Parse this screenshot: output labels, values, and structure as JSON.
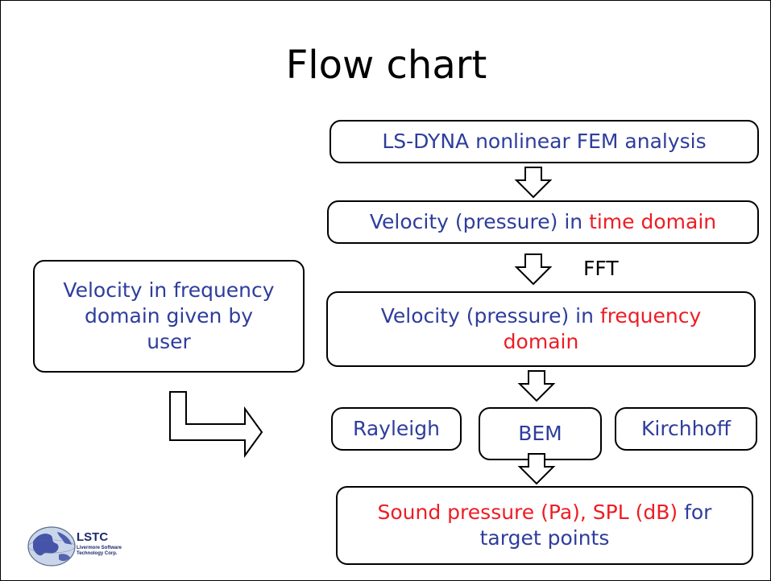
{
  "title": "Flow chart",
  "boxes": {
    "fem": "LS-DYNA nonlinear FEM analysis",
    "time_pre": "Velocity (pressure) in ",
    "time_hl": "time domain",
    "freq_pre": "Velocity (pressure) in ",
    "freq_hl": "frequency",
    "freq_line2": "domain",
    "user_line1": "Velocity in frequency",
    "user_line2": "domain given by",
    "user_line3": "user",
    "rayleigh": "Rayleigh",
    "bem": "BEM",
    "kirchhoff": "Kirchhoff",
    "out_hl": "Sound pressure (Pa), SPL (dB)",
    "out_post": " for",
    "out_line2": "target points"
  },
  "fft_label": "FFT",
  "logo": {
    "name": "LSTC",
    "line1": "Livermore Software",
    "line2": "Technology Corp."
  },
  "colors": {
    "blue_text": "#2e3d9c",
    "red_text": "#ee1c24"
  }
}
